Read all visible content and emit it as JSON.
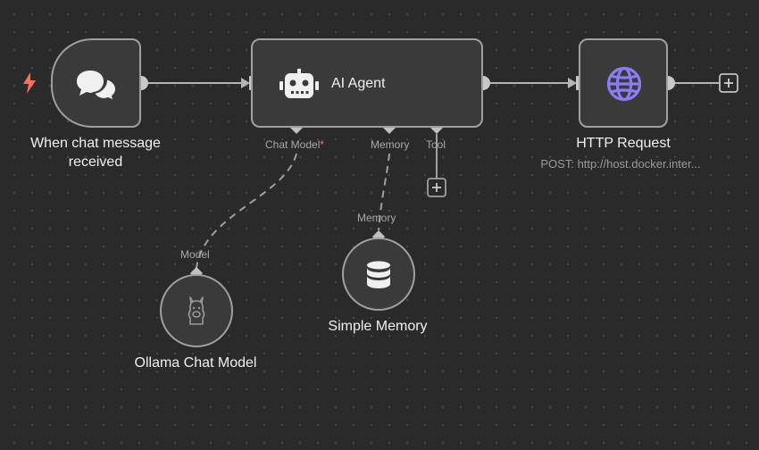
{
  "nodes": {
    "chat_trigger": {
      "label_line1": "When chat message",
      "label_line2": "received",
      "icon": "chat-bubbles-icon"
    },
    "ai_agent": {
      "title": "AI Agent",
      "icon": "robot-icon"
    },
    "http_request": {
      "label": "HTTP Request",
      "subtitle": "POST: http://host.docker.inter...",
      "icon": "globe-icon"
    },
    "ollama_model": {
      "label": "Ollama Chat Model",
      "icon": "llama-icon"
    },
    "simple_memory": {
      "label": "Simple Memory",
      "icon": "database-icon"
    }
  },
  "ports": {
    "chat_model": "Chat Model",
    "required_mark": "*",
    "memory": "Memory",
    "tool": "Tool",
    "model_input": "Model",
    "memory_input": "Memory"
  },
  "colors": {
    "background": "#2a2a2a",
    "node_fill": "#3a3a3a",
    "node_border": "#a0a0a0",
    "trigger_bolt": "#ff6d5a",
    "globe": "#8b7cf6",
    "required": "#ff6d6d"
  }
}
